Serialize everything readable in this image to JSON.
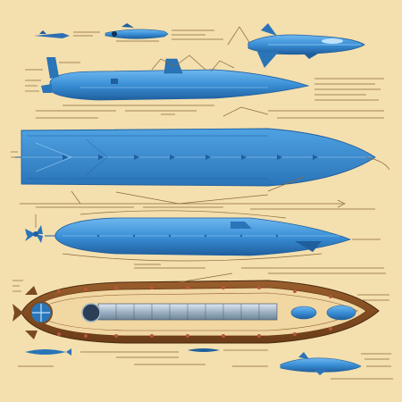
{
  "colors": {
    "paper": "#f4dfae",
    "hull_blue": "#3a8fd6",
    "hull_blue_dark": "#1f5f9e",
    "hull_blue_light": "#6fb8ef",
    "ink_lines": "#8a6a3c",
    "wood_brown": "#7a4a22",
    "accent_red": "#b8563b"
  },
  "icons": {
    "sub_top_small": "submarine-top-small-icon",
    "torpedo_small": "torpedo-small-icon",
    "jet_sub_top_right": "jet-submarine-icon",
    "sub_side_profile": "submarine-side-profile",
    "sub_plan_view": "submarine-plan-view",
    "sub_underside": "submarine-underside-view",
    "propeller": "propeller-icon",
    "wooden_cutaway": "wooden-cutaway-hull",
    "small_sub_bottom_right": "small-submarine-icon",
    "fish_bottom_left": "fish-icon"
  }
}
